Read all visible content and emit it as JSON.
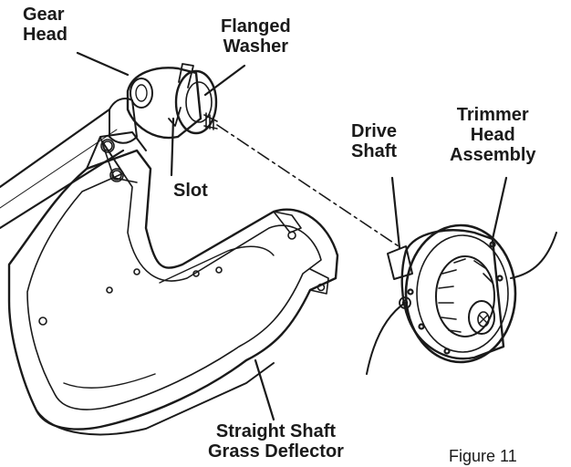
{
  "labels": {
    "gear_head": [
      "Gear",
      "Head"
    ],
    "flanged_washer": [
      "Flanged",
      "Washer"
    ],
    "slot": "Slot",
    "drive_shaft": [
      "Drive",
      "Shaft"
    ],
    "trimmer_head_assembly": [
      "Trimmer",
      "Head",
      "Assembly"
    ],
    "grass_deflector": [
      "Straight Shaft",
      "Grass Deflector"
    ]
  },
  "figure_caption": "Figure 11",
  "colors": {
    "ink": "#1a1a1a",
    "paper": "#ffffff",
    "shade": "#d9d9d9"
  }
}
